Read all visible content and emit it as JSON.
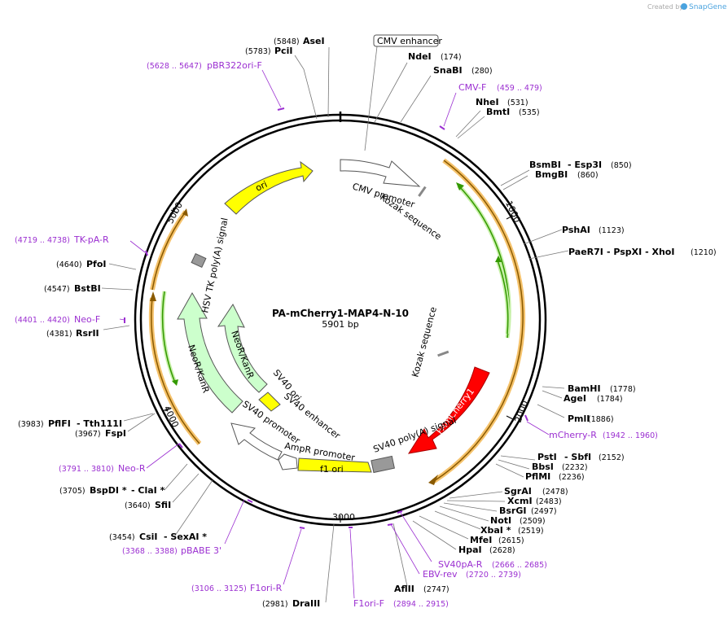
{
  "branding": {
    "created_by": "Created by",
    "app": "SnapGene"
  },
  "plasmid": {
    "name": "PA-mCherry1-MAP4-N-10",
    "size": "5901 bp"
  },
  "ticks": [
    "1000",
    "2000",
    "3000",
    "4000",
    "5000"
  ],
  "enzymes": {
    "asei": {
      "name": "AseI",
      "pos": "(5848)"
    },
    "pcii": {
      "name": "PciI",
      "pos": "(5783)"
    },
    "ndei": {
      "name": "NdeI",
      "pos": "(174)"
    },
    "snabi": {
      "name": "SnaBI",
      "pos": "(280)"
    },
    "nhei": {
      "name": "NheI",
      "pos": "(531)"
    },
    "bmti": {
      "name": "BmtI",
      "pos": "(535)"
    },
    "bsmbi": {
      "name": "BsmBI",
      "suffix": "- Esp3I",
      "pos": "(850)"
    },
    "bmgbi": {
      "name": "BmgBI",
      "pos": "(860)"
    },
    "pshai": {
      "name": "PshAI",
      "pos": "(1123)"
    },
    "paer7i": {
      "name": "PaeR7I",
      "suffix": "- PspXI   - XhoI",
      "pos": "(1210)"
    },
    "bamhi": {
      "name": "BamHI",
      "pos": "(1778)"
    },
    "agei": {
      "name": "AgeI",
      "pos": "(1784)"
    },
    "pmli": {
      "name": "PmlI",
      "pos": "(1886)"
    },
    "psti": {
      "name": "PstI",
      "suffix": "- SbfI",
      "pos": "(2152)"
    },
    "bbsi": {
      "name": "BbsI",
      "pos": "(2232)"
    },
    "pflmi": {
      "name": "PflMI",
      "pos": "(2236)"
    },
    "sgrai": {
      "name": "SgrAI",
      "pos": "(2478)"
    },
    "xcmi": {
      "name": "XcmI",
      "pos": "(2483)"
    },
    "bsrgi": {
      "name": "BsrGI",
      "pos": "(2497)"
    },
    "noti": {
      "name": "NotI",
      "pos": "(2509)"
    },
    "xbai": {
      "name": "XbaI *",
      "pos": "(2519)"
    },
    "mfei": {
      "name": "MfeI",
      "pos": "(2615)"
    },
    "hpai": {
      "name": "HpaI",
      "pos": "(2628)"
    },
    "aflii": {
      "name": "AflII",
      "pos": "(2747)"
    },
    "draiii": {
      "name": "DraIII",
      "pos": "(2981)"
    },
    "csii": {
      "name": "CsiI",
      "suffix": "- SexAI *",
      "pos": "(3454)"
    },
    "sfii": {
      "name": "SfiI",
      "pos": "(3640)"
    },
    "bspdi": {
      "name": "BspDI *",
      "suffix": "- ClaI *",
      "pos": "(3705)"
    },
    "fspi": {
      "name": "FspI",
      "pos": "(3967)"
    },
    "pflfi": {
      "name": "PflFI",
      "suffix": "- Tth111I",
      "pos": "(3983)"
    },
    "rsrii": {
      "name": "RsrII",
      "pos": "(4381)"
    },
    "bstbi": {
      "name": "BstBI",
      "pos": "(4547)"
    },
    "pfoi": {
      "name": "PfoI",
      "pos": "(4640)"
    }
  },
  "primers": {
    "pbr322": {
      "name": "pBR322ori-F",
      "pos": "(5628 .. 5647)"
    },
    "cmvf": {
      "name": "CMV-F",
      "pos": "(459 .. 479)"
    },
    "mcherryr": {
      "name": "mCherry-R",
      "pos": "(1942 .. 1960)"
    },
    "sv40par": {
      "name": "SV40pA-R",
      "pos": "(2666 .. 2685)"
    },
    "ebvrev": {
      "name": "EBV-rev",
      "pos": "(2720 .. 2739)"
    },
    "f1orif": {
      "name": "F1ori-F",
      "pos": "(2894 .. 2915)"
    },
    "f1orir": {
      "name": "F1ori-R",
      "pos": "(3106 .. 3125)"
    },
    "pbabe": {
      "name": "pBABE 3'",
      "pos": "(3368 .. 3388)"
    },
    "neor": {
      "name": "Neo-R",
      "pos": "(3791 .. 3810)"
    },
    "neof": {
      "name": "Neo-F",
      "pos": "(4401 .. 4420)"
    },
    "tkpar": {
      "name": "TK-pA-R",
      "pos": "(4719 .. 4738)"
    }
  },
  "features": {
    "cmv_enhancer": "CMV enhancer",
    "cmv_promoter": "CMV promoter",
    "kozak1": "Kozak sequence",
    "kozak2": "Kozak sequence",
    "pamcherry": "PAmCherry1",
    "sv40_polya": "SV40 poly(A) signal",
    "f1_ori": "f1 ori",
    "ampr_promoter": "AmpR promoter",
    "sv40_promoter": "SV40 promoter",
    "sv40_enhancer": "SV40 enhancer",
    "sv40_ori": "SV40 ori",
    "neokanr_inner": "NeoR/KanR",
    "neokanr_outer": "NeoR/KanR",
    "hsv_tk": "HSV TK poly(A) signal",
    "ori": "ori"
  },
  "colors": {
    "backbone": "#000000",
    "ori": "#ffff00",
    "pamcherry": "#ff0000",
    "neo": "#ccffcc",
    "primer": "#9b2fd1",
    "orf_outline": "#f5b041",
    "green_arrow": "#339900"
  }
}
